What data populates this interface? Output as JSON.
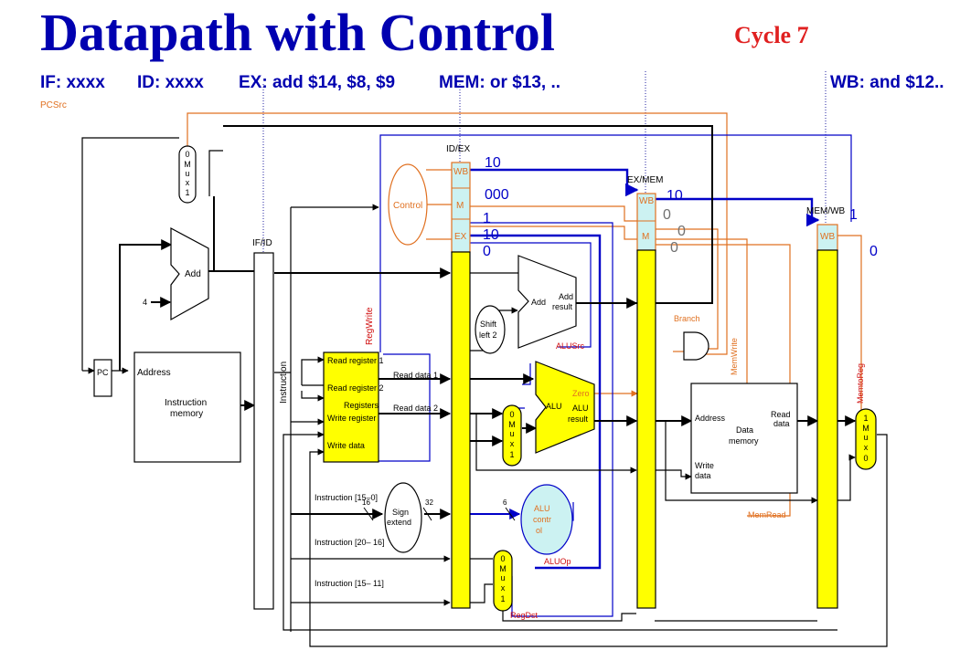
{
  "title": "Datapath with Control",
  "cycle": "Cycle 7",
  "stages": {
    "if": "IF: xxxx",
    "id": "ID: xxxx",
    "ex": "EX: add $14, $8, $9",
    "mem": "MEM: or $13, ..",
    "wb": "WB: and $12.."
  },
  "labels": {
    "pcsrc": "PCSrc",
    "ifid": "IF/ID",
    "idex": "ID/EX",
    "exmem": "EX/MEM",
    "memwb": "MEM/WB",
    "pc": "PC",
    "add": "Add",
    "four": "4",
    "mux_0": "0",
    "mux_1": "1",
    "mux_m": "M",
    "mux_u": "u",
    "mux_x": "x",
    "address": "Address",
    "instruction_memory_1": "Instruction",
    "instruction_memory_2": "memory",
    "instruction": "Instruction",
    "regwrite": "RegWrite",
    "control": "Control",
    "wb": "WB",
    "m": "M",
    "ex": "EX",
    "read_register_1": "Read register 1",
    "read_register_2": "Read register 2",
    "write_register": "Write register",
    "write_data": "Write data",
    "registers": "Registers",
    "read_data_1": "Read data 1",
    "read_data_2": "Read data 2",
    "shift_left_2_a": "Shift",
    "shift_left_2_b": "left 2",
    "add_result_a": "Add",
    "add_result_b": "result",
    "alusrc": "ALUSrc",
    "alu": "ALU",
    "zero": "Zero",
    "alu_result_a": "ALU",
    "alu_result_b": "result",
    "branch": "Branch",
    "memwrite": "MemWrite",
    "memtoreg": "MemtoReg",
    "data_memory_1": "Data",
    "data_memory_2": "memory",
    "read_data_a": "Read",
    "read_data_b": "data",
    "write_data_a": "Write",
    "write_data_b": "data",
    "memread": "MemRead",
    "instr_15_0": "Instruction [15–0]",
    "sixteen": "16",
    "thirtytwo": "32",
    "six": "6",
    "sign_a": "Sign",
    "sign_b": "extend",
    "alu_control_a": "ALU",
    "alu_control_b": "contr",
    "alu_control_c": "ol",
    "aluop": "ALUOp",
    "instr_20_16": "Instruction [20– 16]",
    "instr_15_11": "Instruction [15– 11]",
    "regdst": "RegDst"
  },
  "control_values": {
    "idex_wb": "10",
    "idex_m": "000",
    "idex_ex_a": "1",
    "idex_ex_b": "10",
    "idex_ex_c": "0",
    "exmem_wb": "10",
    "exmem_m_a": "0",
    "exmem_m_b": "0",
    "exmem_m_c": "0",
    "memwb_wb": "1",
    "memwb_out": "0"
  },
  "colors": {
    "title": "#0000b0",
    "cycle": "#e02020",
    "control": "#e07020",
    "signal_red": "#d01010",
    "register_fill": "#ffff00",
    "pipeline_cap": "#ccf2f2",
    "blue_wire": "#0000c8",
    "alu_control_fill": "#ccf2f2"
  }
}
